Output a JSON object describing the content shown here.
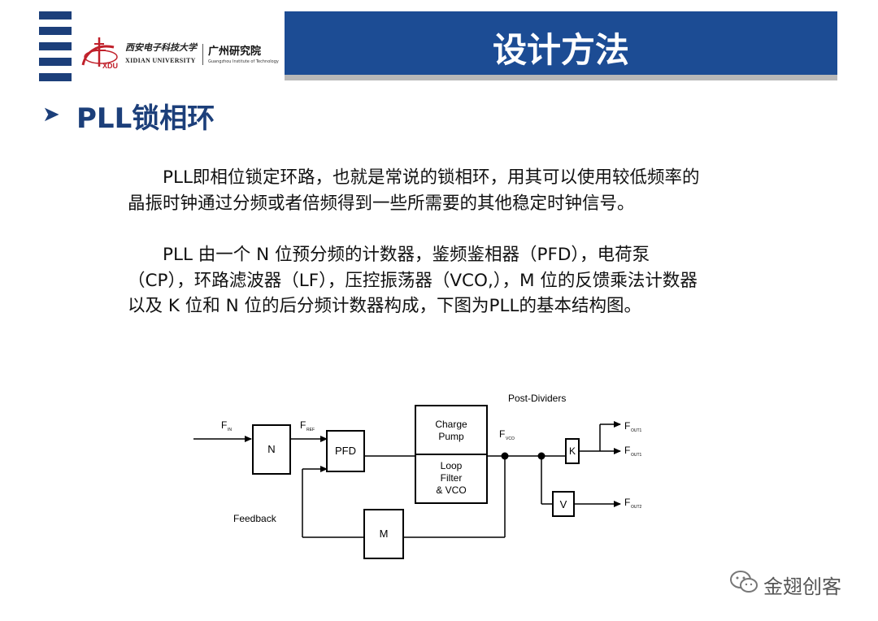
{
  "header": {
    "title": "设计方法",
    "logo": {
      "university_cn": "西安电子科技大学",
      "university_en": "XIDIAN UNIVERSITY",
      "institute_cn": "广州研究院",
      "institute_en": "Guangzhou Institute of Technology",
      "badge": "XDU"
    },
    "colors": {
      "banner": "#1c4c94",
      "accent": "#1c3f7a"
    }
  },
  "section": {
    "bullet_icon": "chevron-right-icon",
    "heading": "PLL锁相环"
  },
  "paragraphs": [
    "PLL即相位锁定环路，也就是常说的锁相环，用其可以使用较低频率的晶振时钟通过分频或者倍频得到一些所需要的其他稳定时钟信号。",
    "PLL 由一个 N 位预分频的计数器，鉴频鉴相器（PFD），电荷泵（CP），环路滤波器（LF），压控振荡器（VCO,），M 位的反馈乘法计数器以及 K 位和 N 位的后分频计数器构成，下图为PLL的基本结构图。"
  ],
  "diagram": {
    "post_dividers": "Post-Dividers",
    "feedback": "Feedback",
    "blocks": {
      "n": "N",
      "pfd": "PFD",
      "charge_pump": [
        "Charge",
        "Pump"
      ],
      "loop_filter": [
        "Loop",
        "Filter",
        "& VCO"
      ],
      "m": "M",
      "k": "K",
      "v": "V"
    },
    "signals": {
      "fin": {
        "main": "F",
        "sub": "IN"
      },
      "fref": {
        "main": "F",
        "sub": "REF"
      },
      "fvco": {
        "main": "F",
        "sub": "VCO"
      },
      "fout1a": {
        "main": "F",
        "sub": "OUT1"
      },
      "fout1b": {
        "main": "F",
        "sub": "OUT1"
      },
      "fout2": {
        "main": "F",
        "sub": "OUT2"
      }
    }
  },
  "watermark": {
    "icon": "wechat-icon",
    "text": "金翅创客"
  }
}
